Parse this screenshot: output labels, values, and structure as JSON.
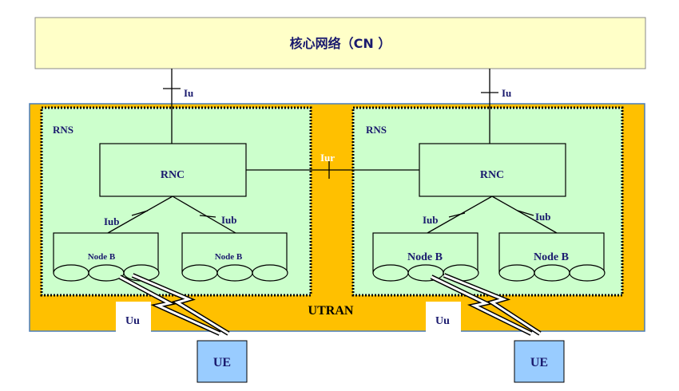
{
  "core_network": {
    "label": "核心网络（CN ）"
  },
  "interfaces": {
    "iu": "Iu",
    "iur": "Iur",
    "iub": "Iub",
    "uu": "Uu"
  },
  "utran": {
    "label": "UTRAN"
  },
  "rns": {
    "label": "RNS"
  },
  "rnc": {
    "label": "RNC"
  },
  "node_b": {
    "label": "Node B"
  },
  "ue": {
    "label": "UE"
  },
  "colors": {
    "core_network_fill": "#ffffc8",
    "utran_fill": "#ffc000",
    "utran_border": "#4a7ebb",
    "rns_fill": "#ccffcc",
    "ue_fill": "#99ccff",
    "label_text": "#1a1a6e"
  }
}
